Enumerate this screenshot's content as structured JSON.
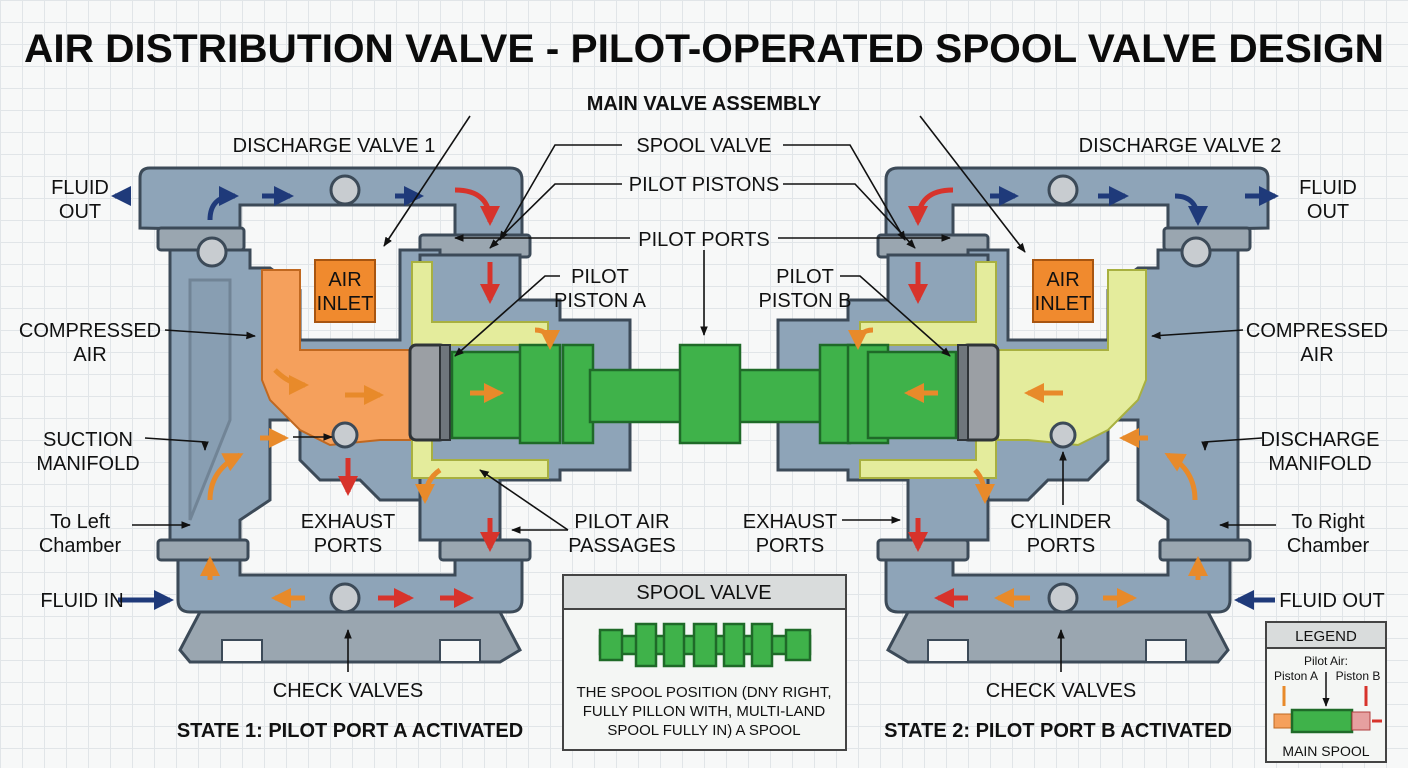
{
  "title": "AIR DISTRIBUTION VALVE - PILOT-OPERATED SPOOL VALVE DESIGN",
  "labels": {
    "main_valve_assembly": "MAIN VALVE ASSEMBLY",
    "spool_valve": "SPOOL VALVE",
    "pilot_pistons": "PILOT PISTONS",
    "pilot_ports": "PILOT PORTS",
    "discharge_valve_1": "DISCHARGE VALVE 1",
    "discharge_valve_2": "DISCHARGE VALVE 2",
    "fluid_out_left_1": "FLUID",
    "fluid_out_left_2": "OUT",
    "fluid_out_right_1": "FLUID",
    "fluid_out_right_2": "OUT",
    "air_inlet_1": "AIR",
    "air_inlet_2": "INLET",
    "compressed_air_left_1": "COMPRESSED",
    "compressed_air_left_2": "AIR",
    "compressed_air_right_1": "COMPRESSED",
    "compressed_air_right_2": "AIR",
    "pilot_piston_a_1": "PILOT",
    "pilot_piston_a_2": "PISTON A",
    "pilot_piston_b_1": "PILOT",
    "pilot_piston_b_2": "PISTON B",
    "suction_manifold_1": "SUCTION",
    "suction_manifold_2": "MANIFOLD",
    "discharge_manifold_1": "DISCHARGE",
    "discharge_manifold_2": "MANIFOLD",
    "to_left_chamber_1": "To Left",
    "to_left_chamber_2": "Chamber",
    "to_right_chamber_1": "To Right",
    "to_right_chamber_2": "Chamber",
    "exhaust_ports_left_1": "EXHAUST",
    "exhaust_ports_left_2": "PORTS",
    "exhaust_ports_right_1": "EXHAUST",
    "exhaust_ports_right_2": "PORTS",
    "pilot_air_passages_1": "PILOT AIR",
    "pilot_air_passages_2": "PASSAGES",
    "cylinder_ports_1": "CYLINDER",
    "cylinder_ports_2": "PORTS",
    "fluid_in": "FLUID IN",
    "fluid_out": "FLUID OUT",
    "check_valves_left": "CHECK VALVES",
    "check_valves_right": "CHECK VALVES",
    "state_1": "STATE 1: PILOT PORT A ACTIVATED",
    "state_2": "STATE 2: PILOT PORT B ACTIVATED"
  },
  "spool_box": {
    "title": "SPOOL VALVE",
    "text_1": "THE SPOOL POSITION (DNY RIGHT,",
    "text_2": "FULLY PILLON WITH, MULTI-LAND",
    "text_3": "SPOOL FULLY IN) A SPOOL"
  },
  "legend": {
    "title": "LEGEND",
    "pilot_air": "Pilot Air:",
    "piston_a": "Piston A",
    "piston_b": "Piston B",
    "main_spool": "MAIN SPOOL"
  },
  "colors": {
    "body": "#8ea4b8",
    "compressed_air": "#f5a05c",
    "pilot_air": "#e4ec9c",
    "spool": "#3fb24a",
    "flow_arrow_blue": "#1f3a7a",
    "flow_arrow_red": "#d7332b",
    "flow_arrow_orange": "#e88a2a",
    "air_inlet_box": "#f08a2e"
  },
  "icons": [
    "flow-arrow",
    "check-ball",
    "pilot-piston-disc",
    "spool-land"
  ]
}
